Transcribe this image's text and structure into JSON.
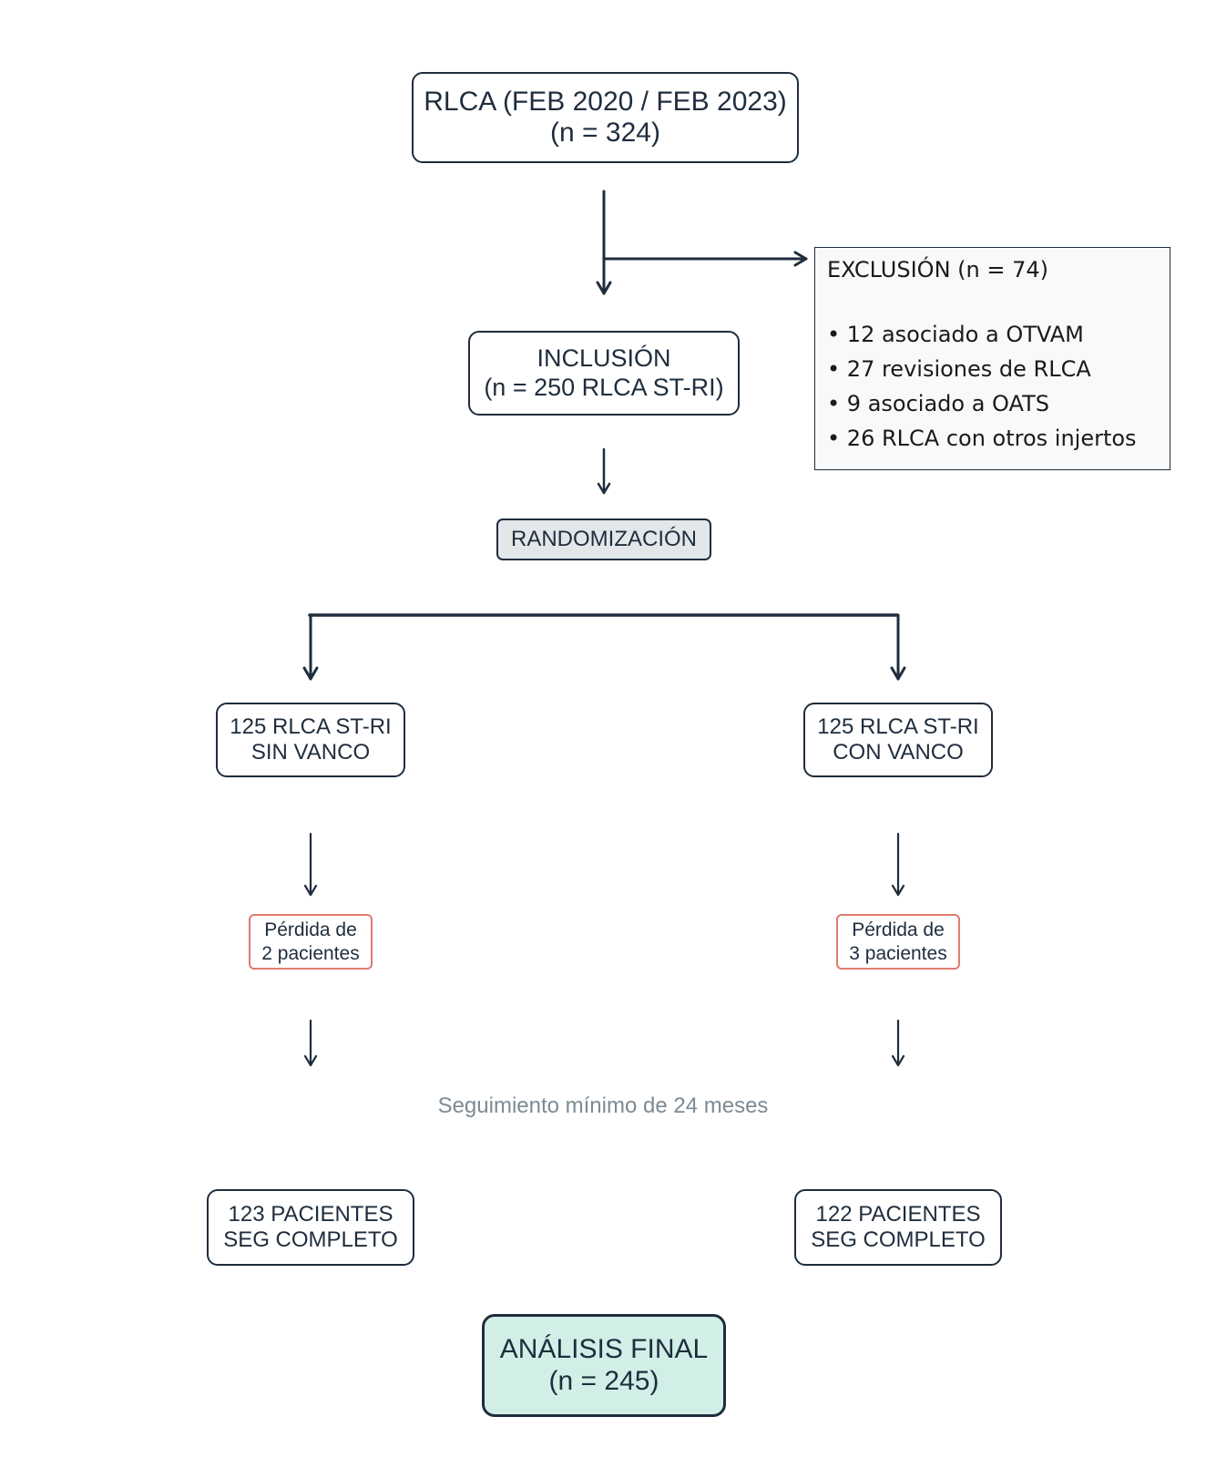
{
  "nodes": {
    "top": {
      "line1": "RLCA (FEB 2020 / FEB 2023)",
      "line2": "(n = 324)"
    },
    "exclusion": {
      "title": "EXCLUSIÓN (n = 74)",
      "items": [
        "12 asociado a OTVAM",
        "27 revisiones de RLCA",
        "9 asociado a OATS",
        "26 RLCA con otros injertos"
      ]
    },
    "inclusion": {
      "line1": "INCLUSIÓN",
      "line2": "(n = 250 RLCA ST-RI)"
    },
    "randomization": {
      "label": "RANDOMIZACIÓN"
    },
    "left_group": {
      "line1": "125 RLCA ST-RI",
      "line2": "SIN VANCO"
    },
    "right_group": {
      "line1": "125 RLCA ST-RI",
      "line2": "CON VANCO"
    },
    "left_loss": {
      "line1": "Pérdida de",
      "line2": "2 pacientes"
    },
    "right_loss": {
      "line1": "Pérdida de",
      "line2": "3 pacientes"
    },
    "followup_note": "Seguimiento mínimo de 24 meses",
    "left_complete": {
      "line1": "123 PACIENTES",
      "line2": "SEG COMPLETO"
    },
    "right_complete": {
      "line1": "122 PACIENTES",
      "line2": "SEG COMPLETO"
    },
    "final": {
      "line1": "ANÁLISIS FINAL",
      "line2": "(n = 245)"
    }
  },
  "colors": {
    "line": "#1f2d3d",
    "randomization_fill": "#e3e7ea",
    "final_fill": "#d2efe7",
    "loss_border": "#e07a70",
    "note_text": "#7d8a93"
  }
}
